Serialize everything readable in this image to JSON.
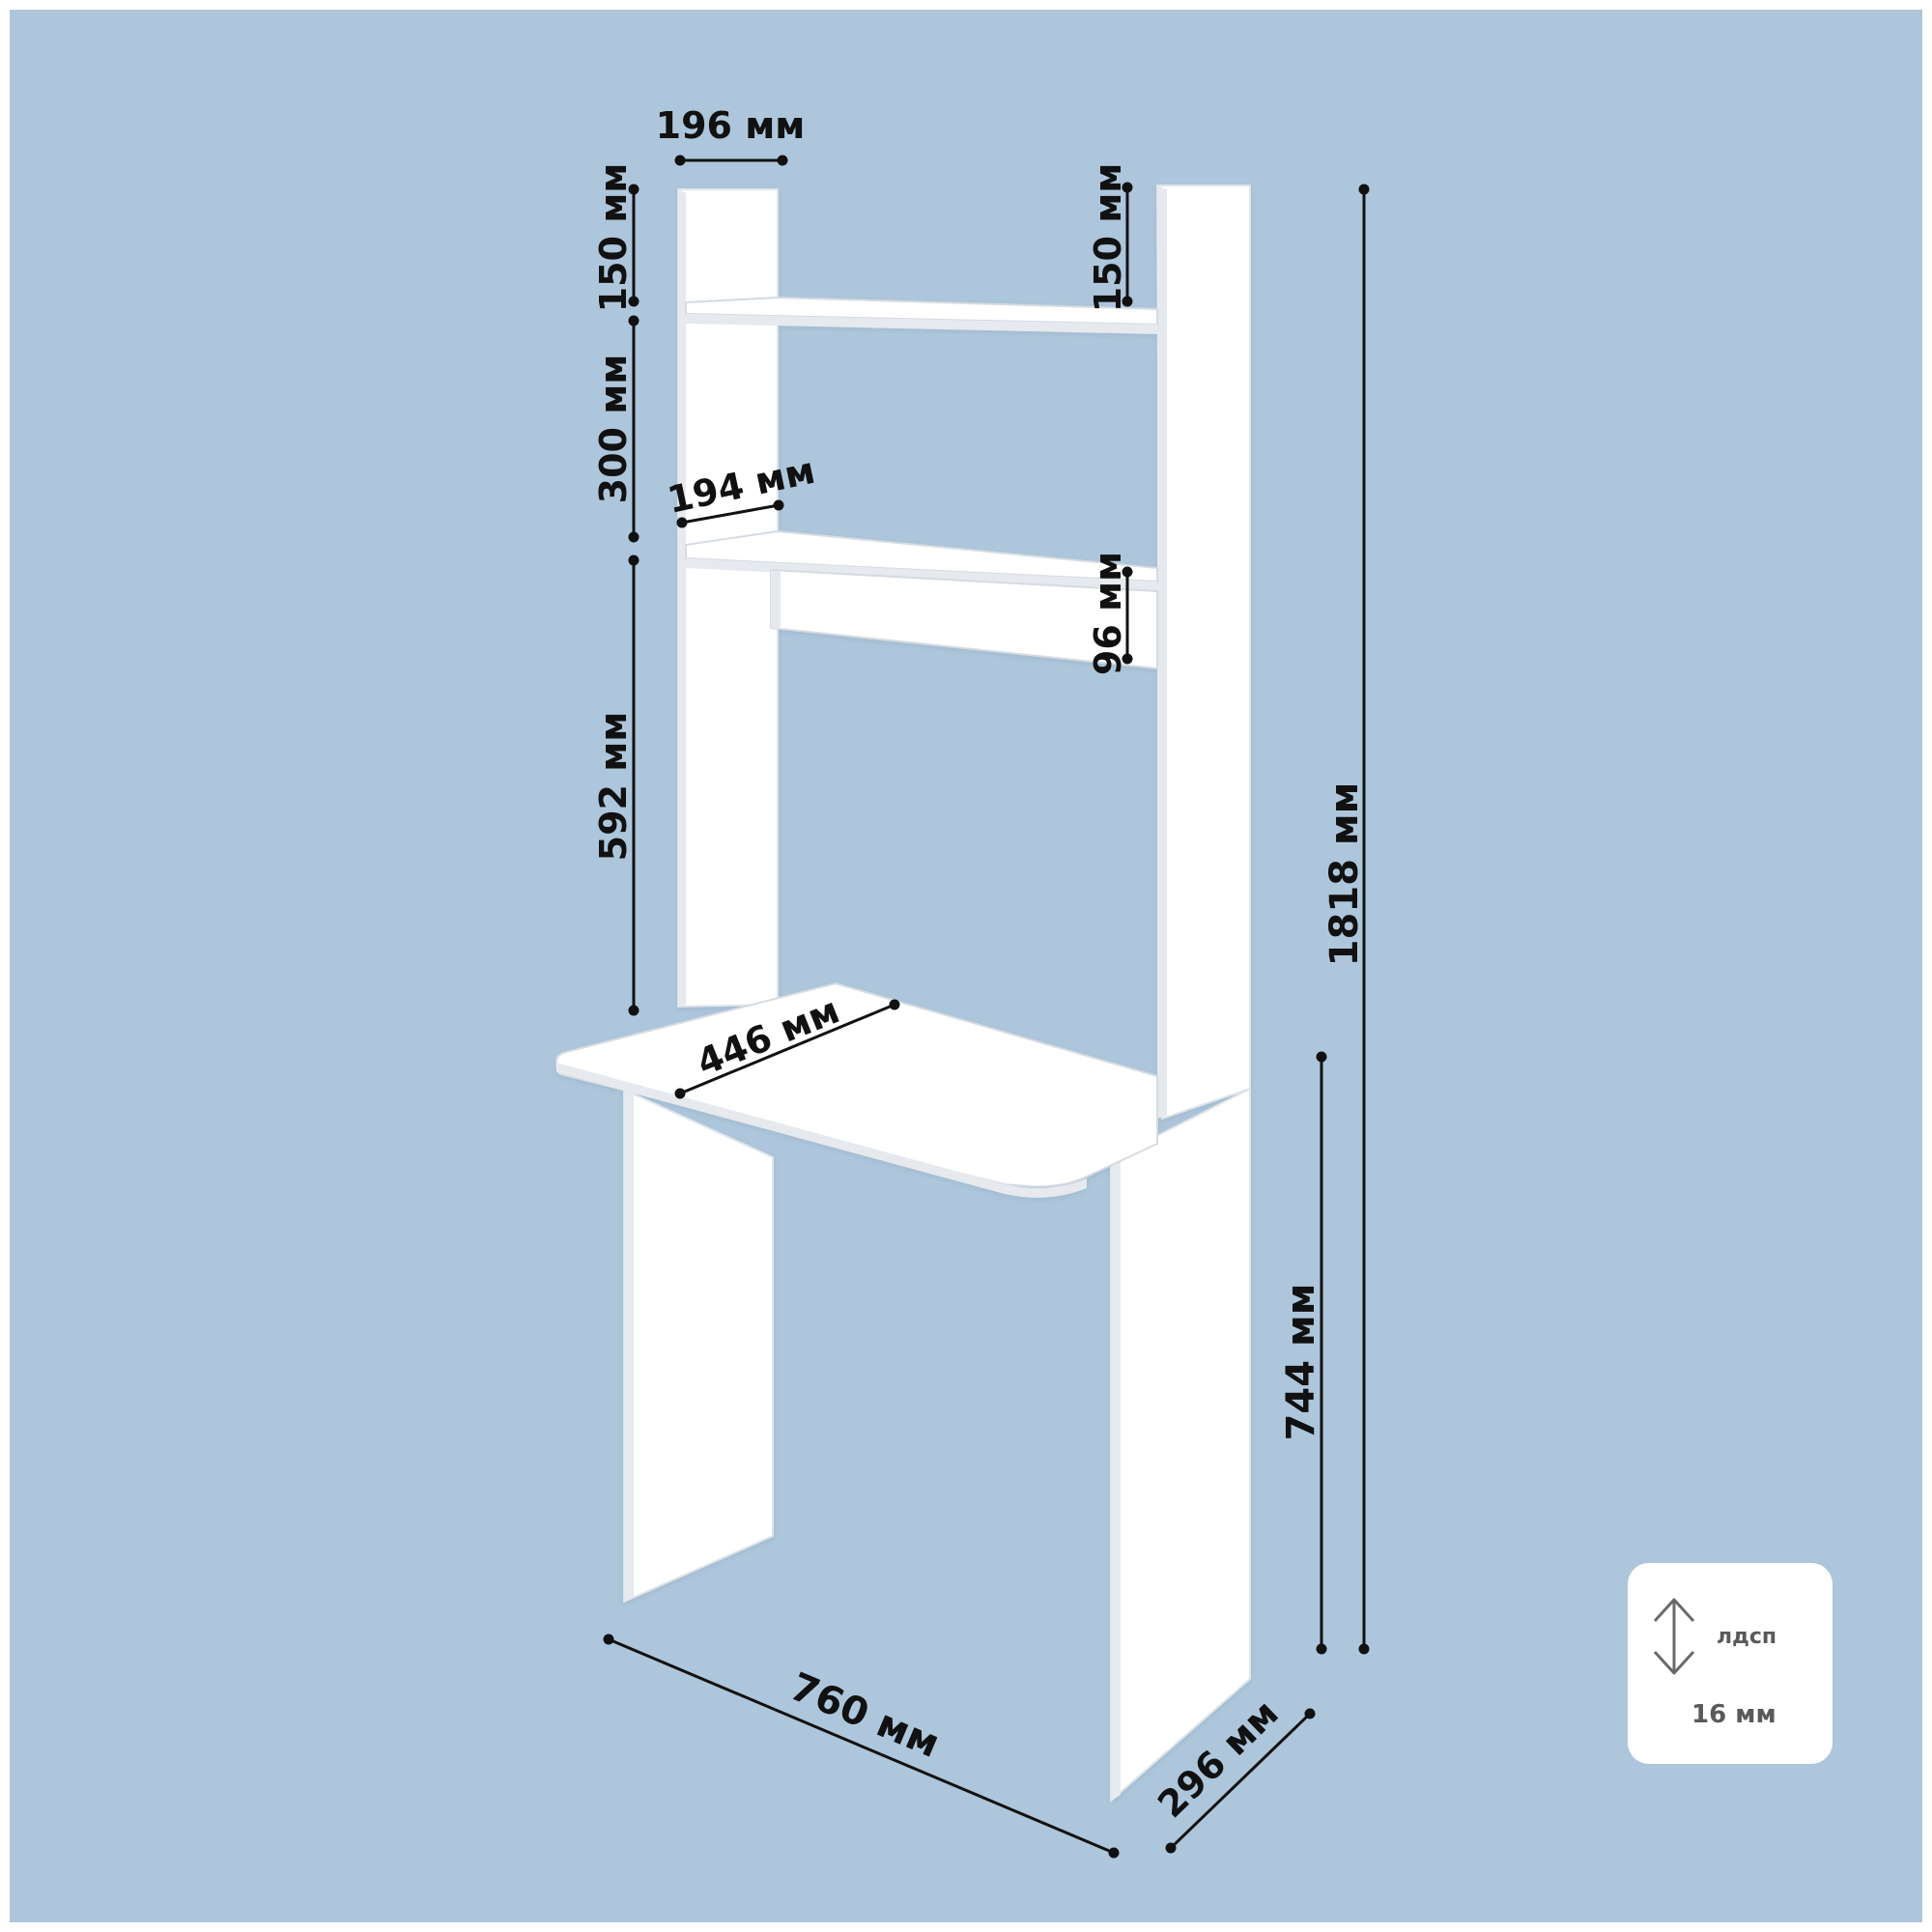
{
  "colors": {
    "background": "#adc6db",
    "panel_face": "#ffffff",
    "panel_side": "#e6e9ee",
    "dimension_line": "#111111"
  },
  "product": "desk-with-shelves",
  "dimensions": {
    "side_top_width": "196 мм",
    "top_gap_left": "150 мм",
    "top_gap_right": "150 мм",
    "shelf_gap": "300 мм",
    "shelf_depth": "194 мм",
    "lower_gap": "592 мм",
    "shelf_board_height": "96 мм",
    "desk_depth": "446 мм",
    "total_height": "1818 мм",
    "desk_height": "744 мм",
    "width": "760 мм",
    "base_depth": "296 мм"
  },
  "material": {
    "icon": "vertical-double-arrow-icon",
    "label": "лдсп",
    "thickness": "16 мм"
  }
}
